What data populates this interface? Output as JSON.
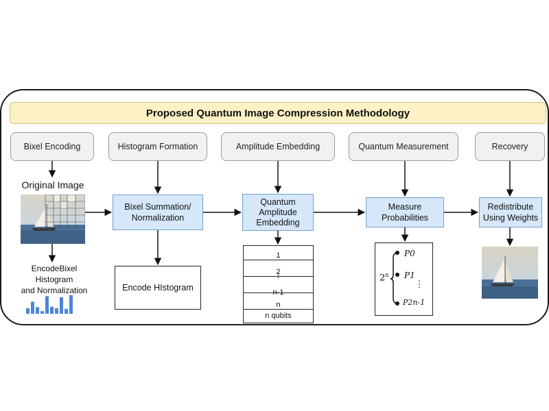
{
  "title": "Proposed Quantum Image Compression Methodology",
  "stages": [
    "Bixel Encoding",
    "Histogram Formation",
    "Amplitude Embedding",
    "Quantum Measurement",
    "Recovery"
  ],
  "original_image_label": "Original Image",
  "processes": {
    "summation": "Bixel Summation/\nNormalization",
    "embedding": "Quantum\nAmplitude\nEmbedding",
    "measure": "Measure\nProbabilities",
    "redistribute": "Redistribute\nUsing Weights"
  },
  "encode_histogram_box": "Encode HIstogram",
  "encode_bixel_label": "EncodeBixel\nHistogram\nand Normalization",
  "histogram_values": [
    0.25,
    0.55,
    0.3,
    0.12,
    0.8,
    0.32,
    0.25,
    0.75,
    0.22,
    0.85
  ],
  "qubits": {
    "wires": [
      "1",
      "2",
      "n-1",
      "n"
    ],
    "footer": "n qubits"
  },
  "probabilities": {
    "prefix": "2",
    "prefix_exp": "n",
    "items": [
      "P0",
      "P1",
      "P2n-1"
    ]
  }
}
